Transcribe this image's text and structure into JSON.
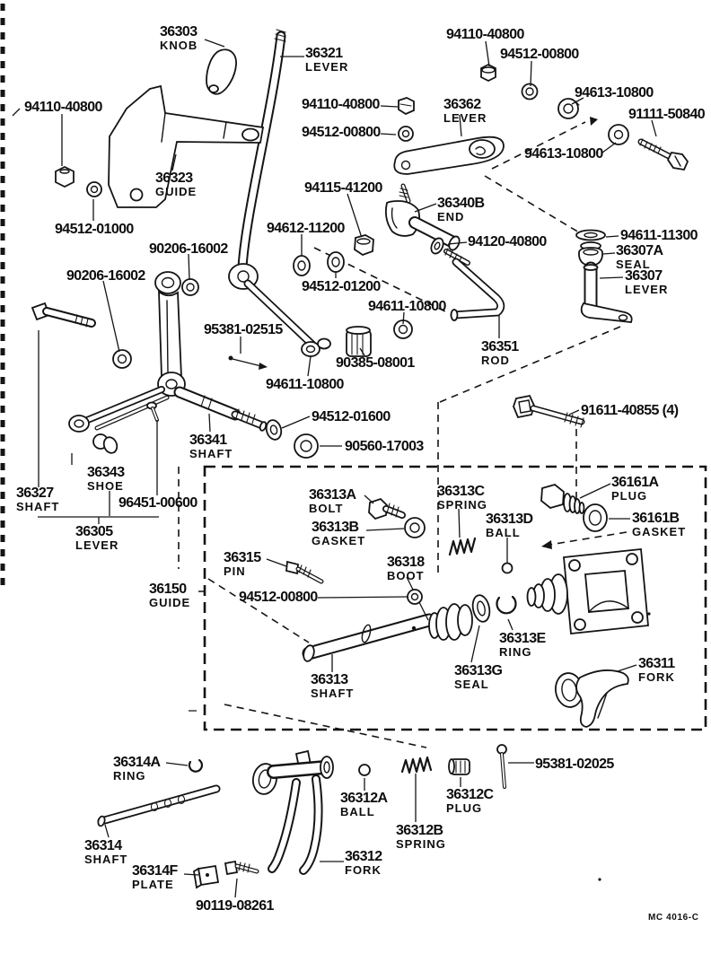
{
  "meta": {
    "doc_code": "MC 4016-C"
  },
  "labels": [
    {
      "number": "36303",
      "caption": "KNOB"
    },
    {
      "number": "36321",
      "caption": "LEVER"
    },
    {
      "number": "94110-40800",
      "caption": ""
    },
    {
      "number": "94512-00800",
      "caption": ""
    },
    {
      "number": "94110-40800",
      "caption": ""
    },
    {
      "number": "94512-00800",
      "caption": ""
    },
    {
      "number": "36362",
      "caption": "LEVER"
    },
    {
      "number": "94613-10800",
      "caption": ""
    },
    {
      "number": "91111-50840",
      "caption": ""
    },
    {
      "number": "94613-10800",
      "caption": ""
    },
    {
      "number": "94110-40800",
      "caption": ""
    },
    {
      "number": "36323",
      "caption": "GUIDE"
    },
    {
      "number": "94512-01000",
      "caption": ""
    },
    {
      "number": "94115-41200",
      "caption": ""
    },
    {
      "number": "94612-11200",
      "caption": ""
    },
    {
      "number": "90206-16002",
      "caption": ""
    },
    {
      "number": "90206-16002",
      "caption": ""
    },
    {
      "number": "94512-01200",
      "caption": ""
    },
    {
      "number": "36340B",
      "caption": "END"
    },
    {
      "number": "94120-40800",
      "caption": ""
    },
    {
      "number": "94611-11300",
      "caption": ""
    },
    {
      "number": "36307A",
      "caption": "SEAL"
    },
    {
      "number": "36307",
      "caption": "LEVER"
    },
    {
      "number": "94611-10800",
      "caption": ""
    },
    {
      "number": "36351",
      "caption": "ROD"
    },
    {
      "number": "95381-02515",
      "caption": ""
    },
    {
      "number": "90385-08001",
      "caption": ""
    },
    {
      "number": "94611-10800",
      "caption": ""
    },
    {
      "number": "94512-01600",
      "caption": ""
    },
    {
      "number": "90560-17003",
      "caption": ""
    },
    {
      "number": "36341",
      "caption": "SHAFT"
    },
    {
      "number": "91611-40855 (4)",
      "caption": ""
    },
    {
      "number": "36327",
      "caption": "SHAFT"
    },
    {
      "number": "36343",
      "caption": "SHOE"
    },
    {
      "number": "96451-00600",
      "caption": ""
    },
    {
      "number": "36305",
      "caption": "LEVER"
    },
    {
      "number": "36150",
      "caption": "GUIDE"
    },
    {
      "number": "36313A",
      "caption": "BOLT"
    },
    {
      "number": "36313B",
      "caption": "GASKET"
    },
    {
      "number": "36313C",
      "caption": "SPRING"
    },
    {
      "number": "36313D",
      "caption": "BALL"
    },
    {
      "number": "36161A",
      "caption": "PLUG"
    },
    {
      "number": "36161B",
      "caption": "GASKET"
    },
    {
      "number": "36315",
      "caption": "PIN"
    },
    {
      "number": "94512-00800",
      "caption": ""
    },
    {
      "number": "36318",
      "caption": "BOOT"
    },
    {
      "number": "36313",
      "caption": "SHAFT"
    },
    {
      "number": "36313G",
      "caption": "SEAL"
    },
    {
      "number": "36313E",
      "caption": "RING"
    },
    {
      "number": "36311",
      "caption": "FORK"
    },
    {
      "number": "36314A",
      "caption": "RING"
    },
    {
      "number": "36314",
      "caption": "SHAFT"
    },
    {
      "number": "36314F",
      "caption": "PLATE"
    },
    {
      "number": "90119-08261",
      "caption": ""
    },
    {
      "number": "36312A",
      "caption": "BALL"
    },
    {
      "number": "36312C",
      "caption": "PLUG"
    },
    {
      "number": "36312B",
      "caption": "SPRING"
    },
    {
      "number": "36312",
      "caption": "FORK"
    },
    {
      "number": "95381-02025",
      "caption": ""
    }
  ]
}
